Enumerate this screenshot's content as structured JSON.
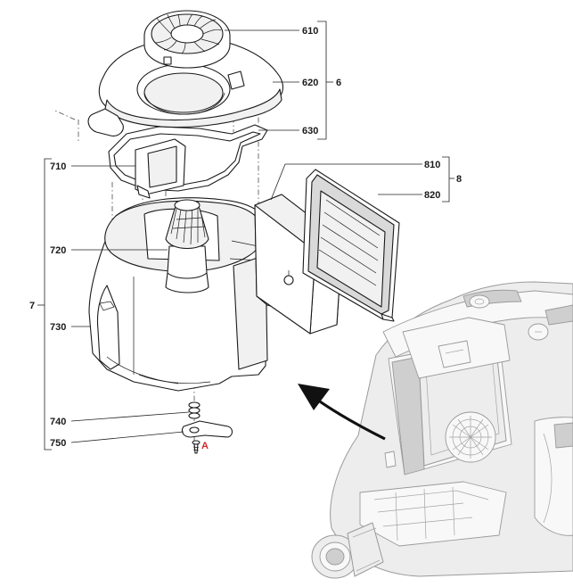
{
  "labels": {
    "p610": "610",
    "p620": "620",
    "p630": "630",
    "g6": "6",
    "p710": "710",
    "p720": "720",
    "p730": "730",
    "p740": "740",
    "p750": "750",
    "g7": "7",
    "p810": "810",
    "p820": "820",
    "g8": "8",
    "marker_a": "A"
  },
  "colors": {
    "line": "#1a1a1a",
    "marker": "#d6252b",
    "vacuum": "#9a9a9a"
  }
}
